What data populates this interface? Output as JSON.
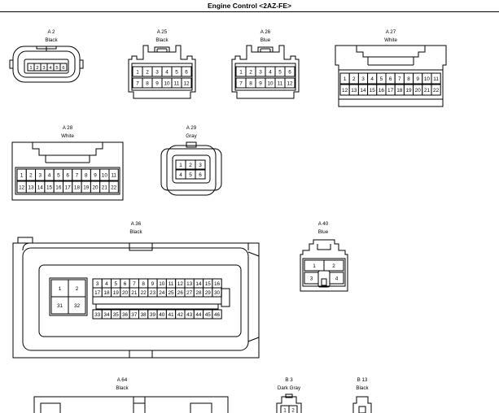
{
  "header": {
    "title": "Engine Control <2AZ-FE>"
  },
  "connectors": [
    {
      "id": "A 2",
      "color": "Black",
      "rows": [
        [
          1,
          2,
          3,
          4,
          5,
          6
        ]
      ]
    },
    {
      "id": "A 25",
      "color": "Black",
      "rows": [
        [
          1,
          2,
          3,
          4,
          5,
          6
        ],
        [
          7,
          8,
          9,
          10,
          11,
          12
        ]
      ]
    },
    {
      "id": "A 26",
      "color": "Blue",
      "rows": [
        [
          1,
          2,
          3,
          4,
          5,
          6
        ],
        [
          7,
          8,
          9,
          10,
          11,
          12
        ]
      ]
    },
    {
      "id": "A 27",
      "color": "White",
      "rows": [
        [
          1,
          2,
          3,
          4,
          5,
          6,
          7,
          8,
          9,
          10,
          11
        ],
        [
          12,
          13,
          14,
          15,
          16,
          17,
          18,
          19,
          20,
          21,
          22
        ]
      ]
    },
    {
      "id": "A 28",
      "color": "White",
      "rows": [
        [
          1,
          2,
          3,
          4,
          5,
          6,
          7,
          8,
          9,
          10,
          11
        ],
        [
          12,
          13,
          14,
          15,
          16,
          17,
          18,
          19,
          20,
          21,
          22
        ]
      ]
    },
    {
      "id": "A 29",
      "color": "Gray",
      "rows": [
        [
          1,
          2,
          3
        ],
        [
          4,
          5,
          6
        ]
      ]
    },
    {
      "id": "A 36",
      "color": "Black",
      "big_pins": [
        [
          1,
          2
        ],
        [
          31,
          32
        ]
      ],
      "rows": [
        [
          3,
          4,
          5,
          6,
          7,
          8,
          9,
          10,
          11,
          12,
          13,
          14,
          15,
          16
        ],
        [
          17,
          18,
          19,
          20,
          21,
          22,
          23,
          24,
          25,
          26,
          27,
          28,
          29,
          30
        ],
        [
          33,
          34,
          35,
          36,
          37,
          38,
          39,
          40,
          41,
          42,
          43,
          44,
          45,
          46
        ]
      ]
    },
    {
      "id": "A 40",
      "color": "Blue",
      "rows": [
        [
          1,
          2
        ],
        [
          3,
          4
        ]
      ]
    },
    {
      "id": "A 64",
      "color": "Black",
      "rows": []
    },
    {
      "id": "B 3",
      "color": "Dark Gray",
      "rows": [
        [
          1,
          2
        ]
      ]
    },
    {
      "id": "B 13",
      "color": "Black",
      "rows": []
    }
  ]
}
